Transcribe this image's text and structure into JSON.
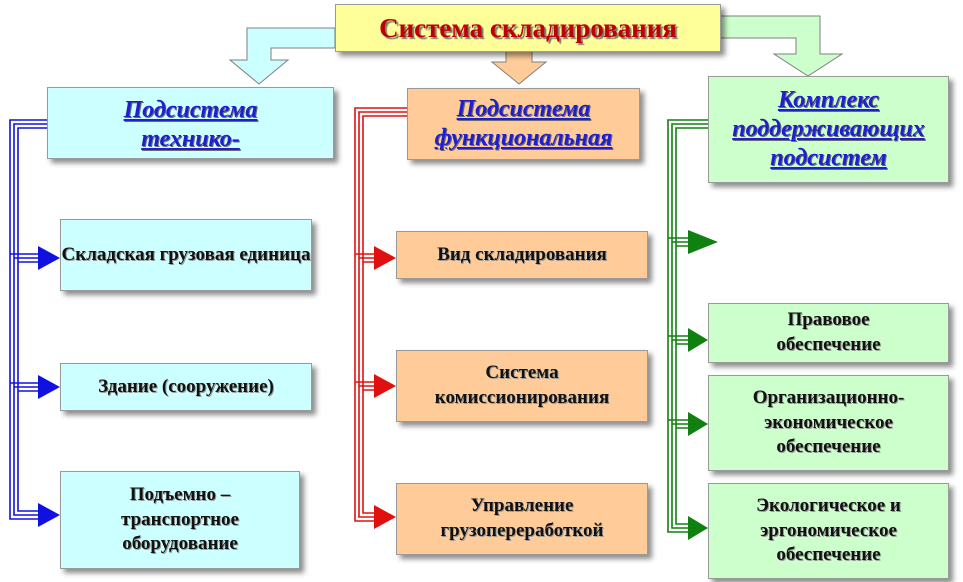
{
  "title": "Система складирования",
  "columns": [
    {
      "header": "Подсистема технико-",
      "items": [
        "Складская грузовая единица",
        "Здание (сооружение)",
        "Подъемно – транспортное оборудование"
      ]
    },
    {
      "header": "Подсистема функциональная",
      "items": [
        "Вид складирования",
        "Система комиссионирования",
        "Управление грузопереработкой"
      ]
    },
    {
      "header": "Комплекс поддерживающих подсистем",
      "items": [
        "Правовое обеспечение",
        "Организационно-экономическое обеспечение",
        "Экологическое и эргономическое обеспечение"
      ]
    }
  ],
  "colors": {
    "title_bg": "#ffff99",
    "title_text": "#c00000",
    "header_text": "#1f1fd1",
    "col1_bg": "#ccffff",
    "col1_line": "#1010e0",
    "col2_bg": "#ffcc99",
    "col2_line": "#e01010",
    "col3_bg": "#ccffcc",
    "col3_line": "#108010"
  }
}
